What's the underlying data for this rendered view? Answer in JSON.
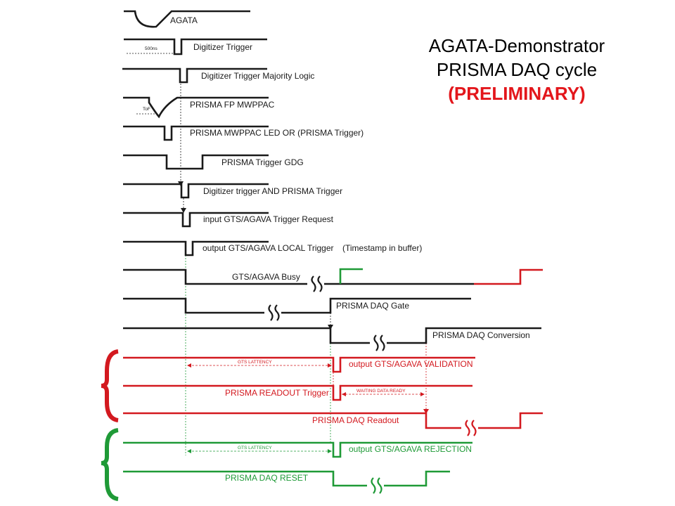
{
  "title": {
    "line1": "AGATA-Demonstrator",
    "line2": "PRISMA DAQ cycle",
    "line3": "(PRELIMINARY)"
  },
  "signals": {
    "agata": "AGATA",
    "digitizer_trigger": "Digitizer Trigger",
    "digitizer_majority": "Digitizer Trigger Majority Logic",
    "prisma_fp_mwppac": "PRISMA FP MWPPAC",
    "prisma_mwppac_or": "PRISMA MWPPAC LED OR (PRISMA Trigger)",
    "prisma_trigger_gdg": "PRISMA Trigger GDG",
    "digitizer_and_prisma": "Digitizer trigger AND PRISMA Trigger",
    "input_gts": "input GTS/AGAVA Trigger Request",
    "output_gts_local": "output GTS/AGAVA LOCAL Trigger",
    "output_gts_local_note": "(Timestamp in buffer)",
    "gts_busy": "GTS/AGAVA Busy",
    "prisma_daq_gate": "PRISMA DAQ Gate",
    "prisma_daq_conversion": "PRISMA DAQ Conversion",
    "output_validation": "output GTS/AGAVA VALIDATION",
    "prisma_readout_trigger": "PRISMA READOUT Trigger",
    "prisma_daq_readout": "PRISMA DAQ Readout",
    "output_rejection": "output GTS/AGAVA REJECTION",
    "prisma_daq_reset": "PRISMA DAQ RESET"
  },
  "annotations": {
    "ns500": "500ns",
    "tof": "ToF",
    "gts_latency_1": "GTS LATTENCY",
    "waiting_data_ready": "WAITING DATA READY",
    "gts_latency_2": "GTS LATTENCY"
  },
  "colors": {
    "black": "#1a1a1a",
    "red": "#d3191f",
    "green": "#1f9a37"
  }
}
